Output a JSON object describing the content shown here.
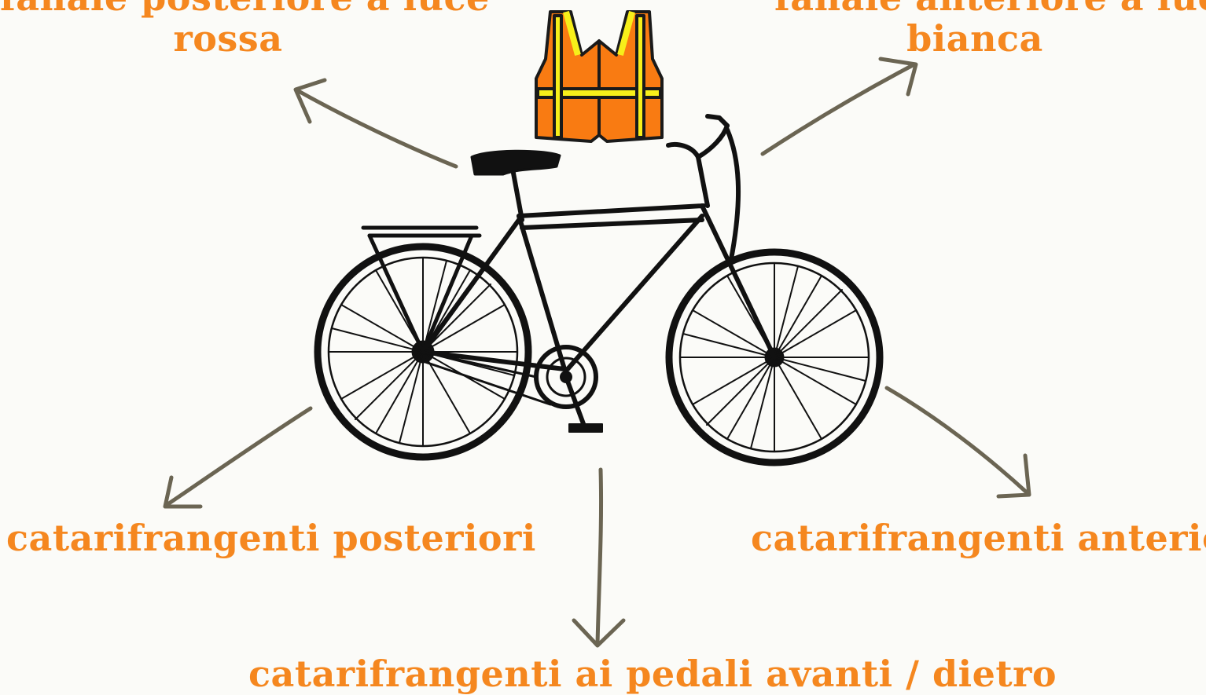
{
  "labels": {
    "top_left_line1": "fanale posteriore a luce",
    "top_left_line2": "rossa",
    "top_right_line1": "fanale anteriore a luce",
    "top_right_line2": "bianca",
    "rear_reflectors": "catarifrangenti posteriori",
    "front_reflectors": "catarifrangenti anteriori",
    "pedal_reflectors": "catarifrangenti ai pedali avanti / dietro"
  },
  "colors": {
    "label": "#f5871f",
    "arrow": "#6b6553",
    "vest_orange": "#f97b12",
    "vest_stripe": "#f7ef1a",
    "bike": "#111111",
    "background": "#fbfbf8"
  },
  "icons": {
    "vest": "safety-vest-icon",
    "bike": "bicycle-illustration"
  }
}
